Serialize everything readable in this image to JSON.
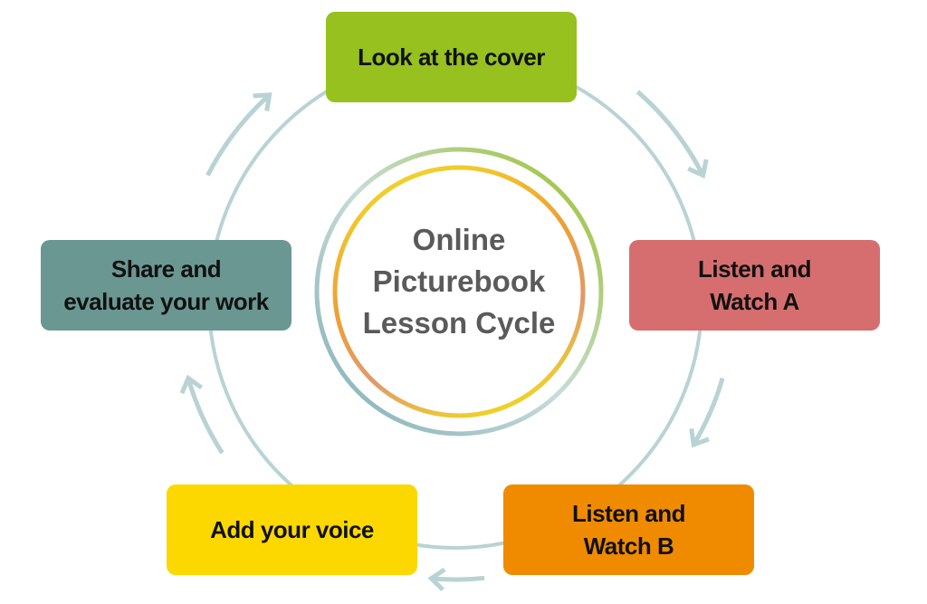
{
  "title": "Online Picturebook Lesson Cycle",
  "title_lines": [
    "Online",
    "Picturebook",
    "Lesson Cycle"
  ],
  "steps": [
    {
      "lines": [
        "Look at the cover"
      ],
      "color": "#96c11f"
    },
    {
      "lines": [
        "Listen and",
        "Watch A"
      ],
      "color": "#d66e6f"
    },
    {
      "lines": [
        "Listen and",
        "Watch B"
      ],
      "color": "#f08b00"
    },
    {
      "lines": [
        "Add your voice"
      ],
      "color": "#fcd800"
    },
    {
      "lines": [
        "Share and",
        "evaluate your work"
      ],
      "color": "#6b9792"
    }
  ],
  "colors": {
    "cycle": "#b9d3d5",
    "ring_outer_a": "#96c11f",
    "ring_outer_b": "#86b3bf",
    "ring_inner_a": "#f0a030",
    "ring_inner_b": "#f0d820"
  }
}
